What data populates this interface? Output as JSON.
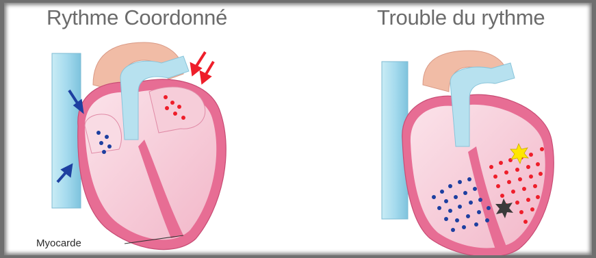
{
  "titles": {
    "left": "Rythme Coordonné",
    "right": "Trouble du rythme"
  },
  "labels": {
    "myocardium": "Myocarde"
  },
  "colors": {
    "vein": "#9fd3e6",
    "heart_pink": "#f4c3d2",
    "heart_wall": "#e76d94",
    "artery_peach": "#f1bca6",
    "blue_dots": "#1d3fa0",
    "red_dots": "#ee1e2a",
    "spark_yellow": "#ffe600",
    "spark_dark": "#3a3a3a"
  }
}
